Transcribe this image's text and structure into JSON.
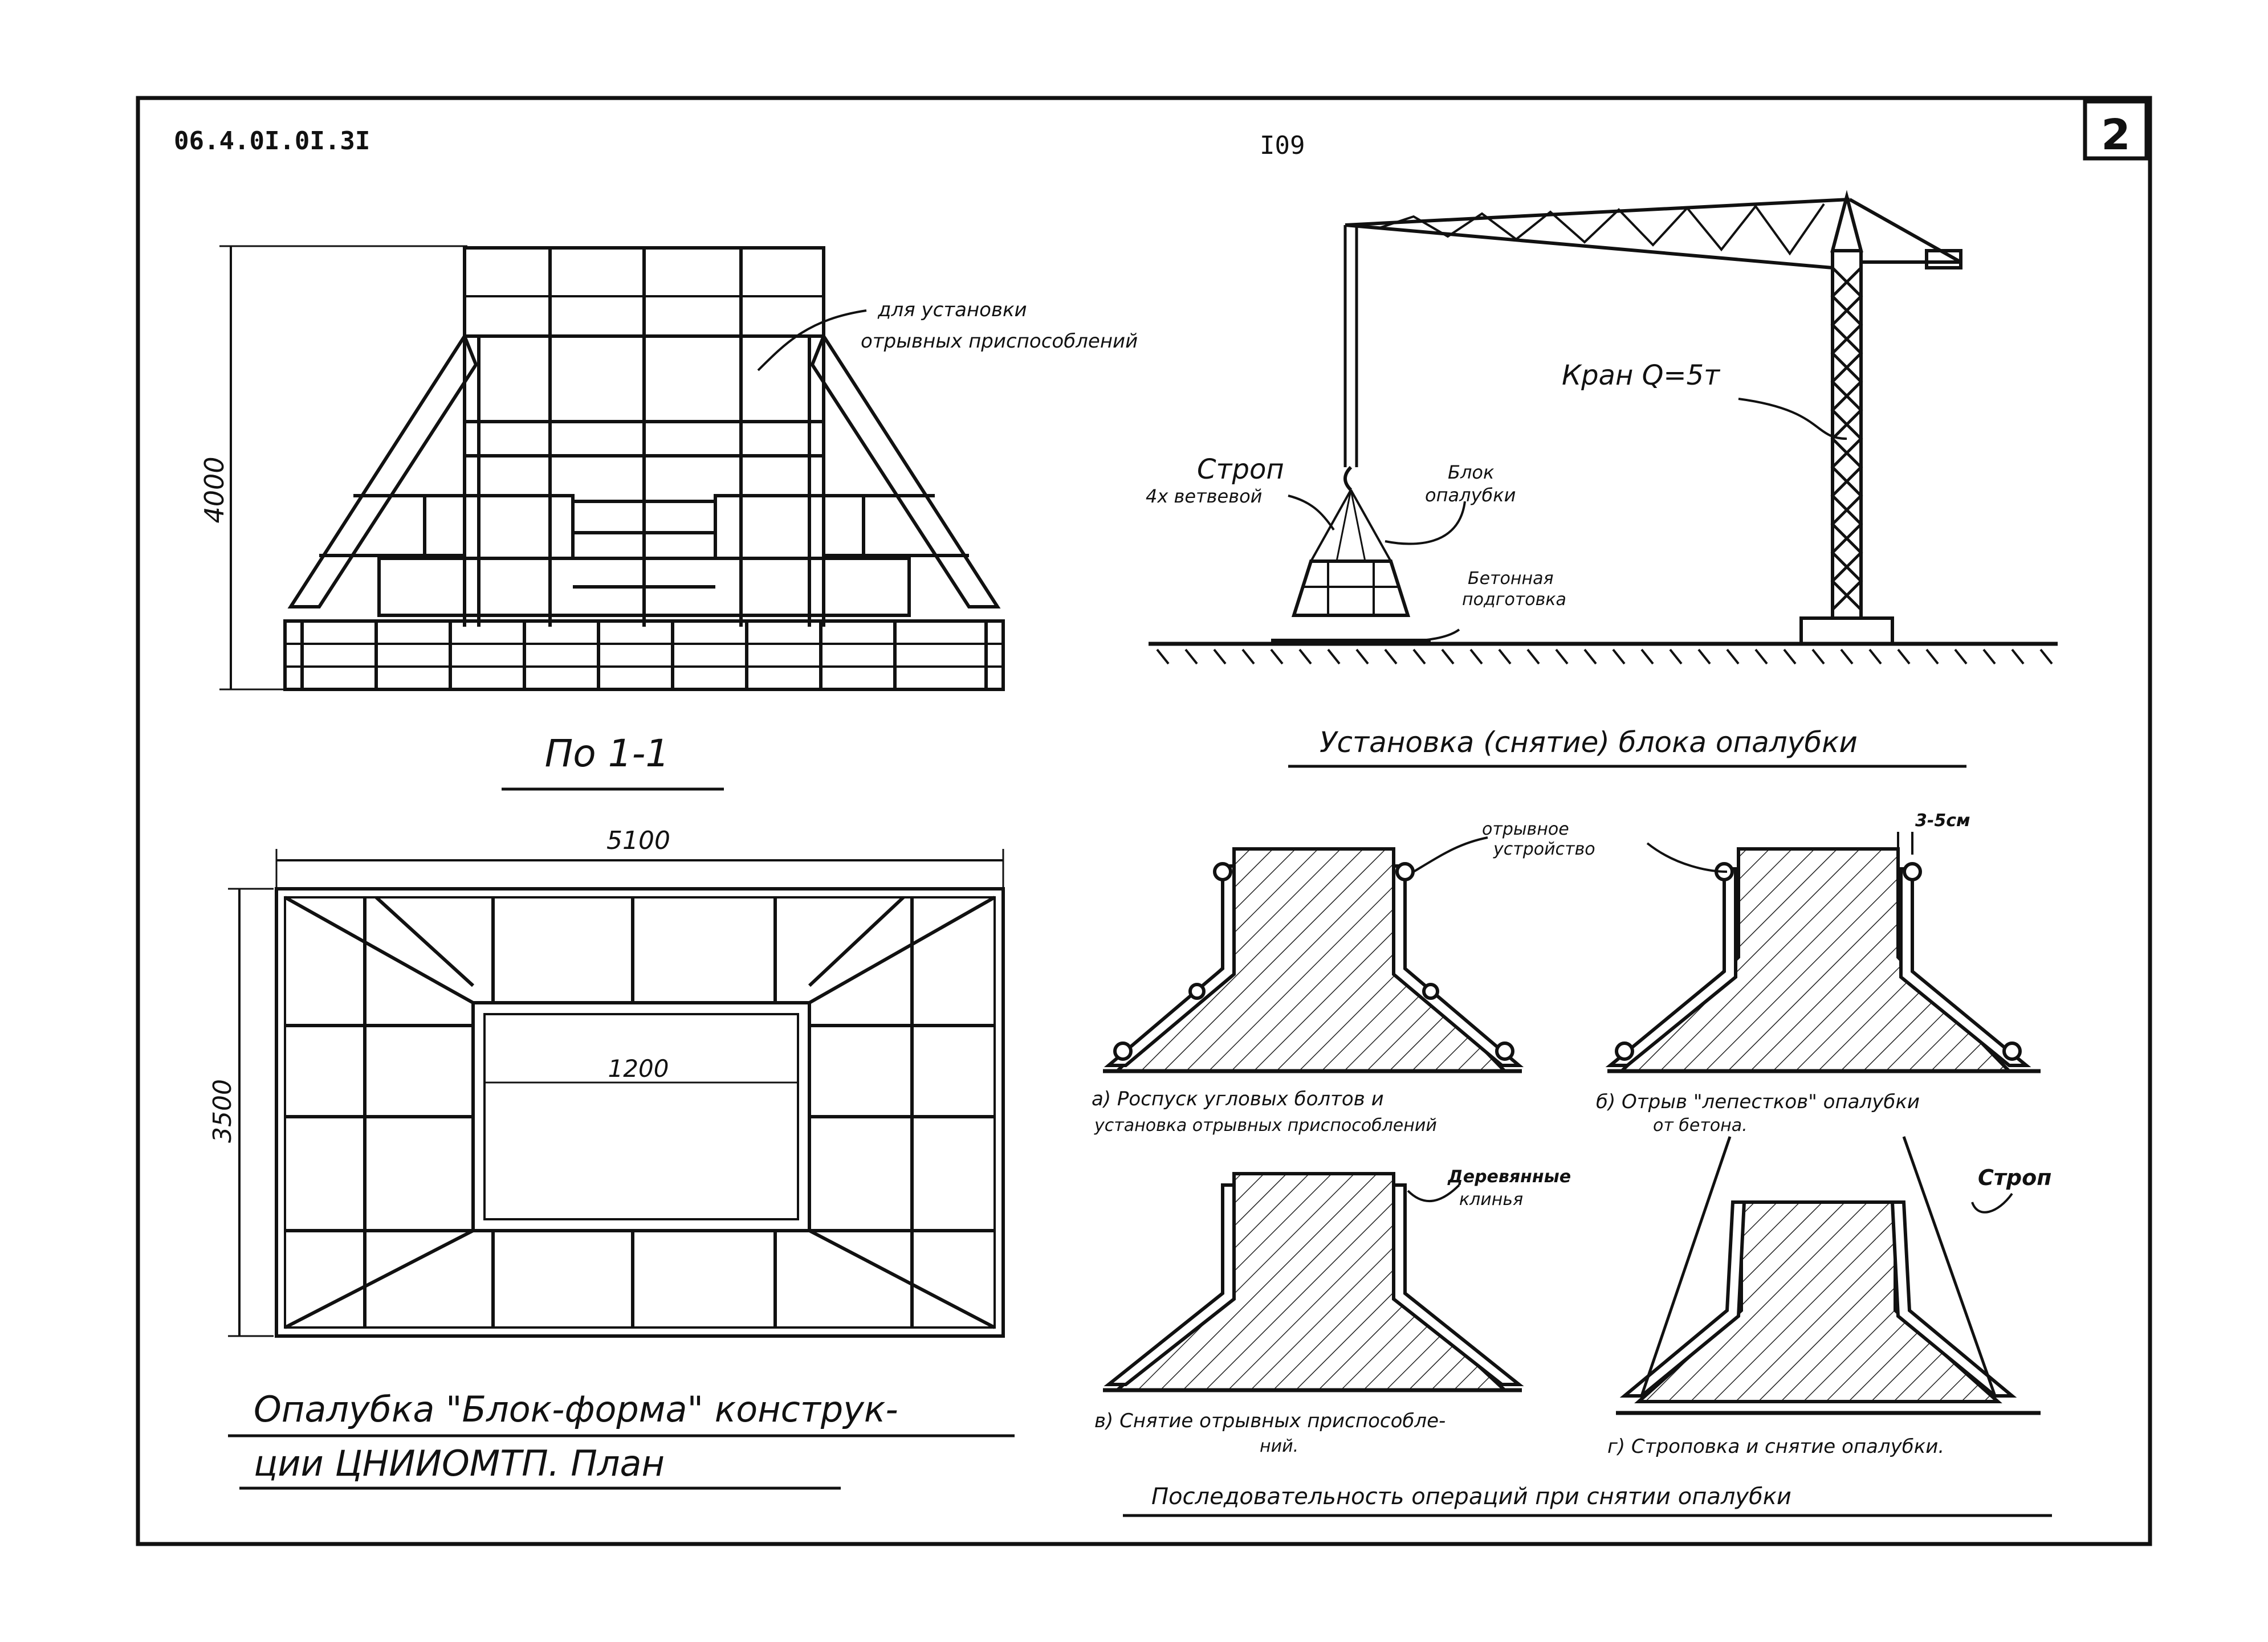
{
  "header": {
    "doc_code": "06.4.0I.0I.3I",
    "page_number": "I09",
    "sheet_number": "2"
  },
  "section_view": {
    "dimension_height": "4000",
    "callout": [
      "для установки",
      "отрывных приспособлений"
    ],
    "caption": "По 1-1"
  },
  "crane_view": {
    "crane_label": "Кран Q=5т",
    "sling_label": [
      "Строп",
      "4х ветвевой"
    ],
    "block_label": [
      "Блок",
      "опалубки"
    ],
    "base_label": [
      "Бетонная",
      "подготовка"
    ],
    "caption": "Установка (снятие) блока опалубки"
  },
  "plan_view": {
    "dimension_width": "5100",
    "dimension_height": "3500",
    "opening_width": "1200",
    "caption": [
      "Опалубка \"Блок-форма\" конструк-",
      "ции ЦНИИОМТП. План"
    ]
  },
  "sequence": {
    "callout_device": [
      "отрывное",
      "устройство"
    ],
    "gap_label": "3-5см",
    "callout_wedges": [
      "Деревянные",
      "клинья"
    ],
    "callout_sling": "Строп",
    "steps": [
      {
        "caption": [
          "а) Роспуск угловых болтов и",
          "установка отрывных приспособлений"
        ]
      },
      {
        "caption": [
          "б) Отрыв \"лепестков\" опалубки",
          "от бетона."
        ]
      },
      {
        "caption": [
          "в) Снятие отрывных приспособле-",
          "ний."
        ]
      },
      {
        "caption": [
          "г) Строповка и снятие опалубки."
        ]
      }
    ],
    "caption": "Последовательность операций при снятии опалубки"
  }
}
